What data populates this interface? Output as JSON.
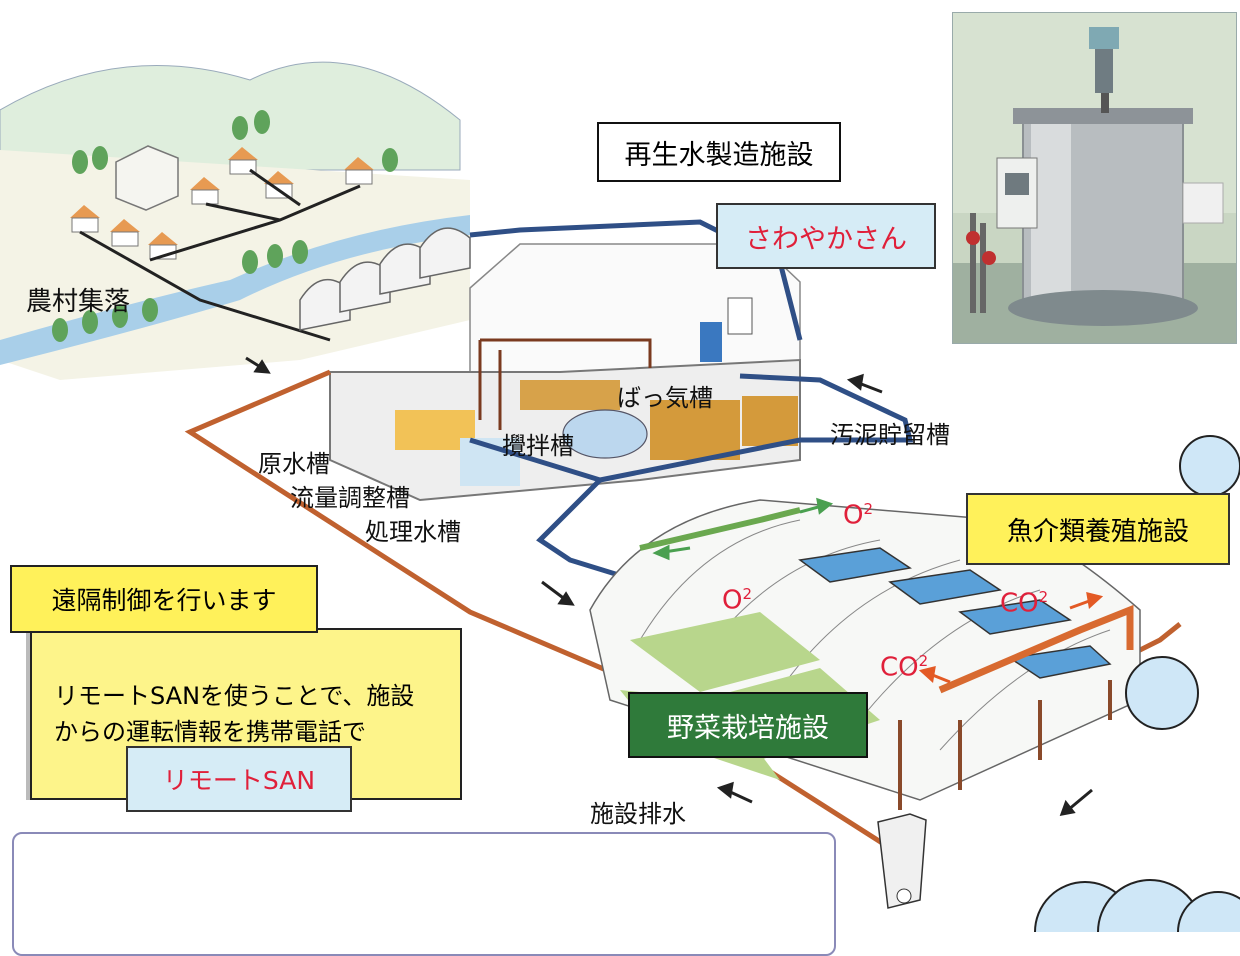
{
  "labels": {
    "facility_title": "再生水製造施設",
    "sawayaka": "さわやかさん",
    "village": "農村集落",
    "aeration_tank": "ばっ気槽",
    "sludge_tank": "汚泥貯留槽",
    "stir_tank": "攪拌槽",
    "raw_water_tank": "原水槽",
    "flow_adjust_tank": "流量調整槽",
    "treated_water_tank": "処理水槽",
    "fish_farm": "魚介類養殖施設",
    "o2_a": "O",
    "o2_a_sup": "2",
    "o2_b": "O",
    "o2_b_sup": "2",
    "co2_a": "CO",
    "co2_a_sup": "2",
    "co2_b": "CO",
    "co2_b_sup": "2",
    "remote_control": "遠隔制御を行います",
    "remote_desc_line1": "リモートSANを使うことで、施設",
    "remote_desc_line2": "からの運転情報を携帯電話で",
    "vegetable_farm": "野菜栽培施設",
    "drainage": "施設排水",
    "remote_san": "リモートSAN"
  },
  "colors": {
    "pipe_blue": "#2f4f86",
    "pipe_orange": "#c0612f",
    "yellow_box": "#fff15a",
    "light_blue_box": "#d6ecf6",
    "green_box": "#2f7a3a",
    "red_text": "#e0203a"
  }
}
